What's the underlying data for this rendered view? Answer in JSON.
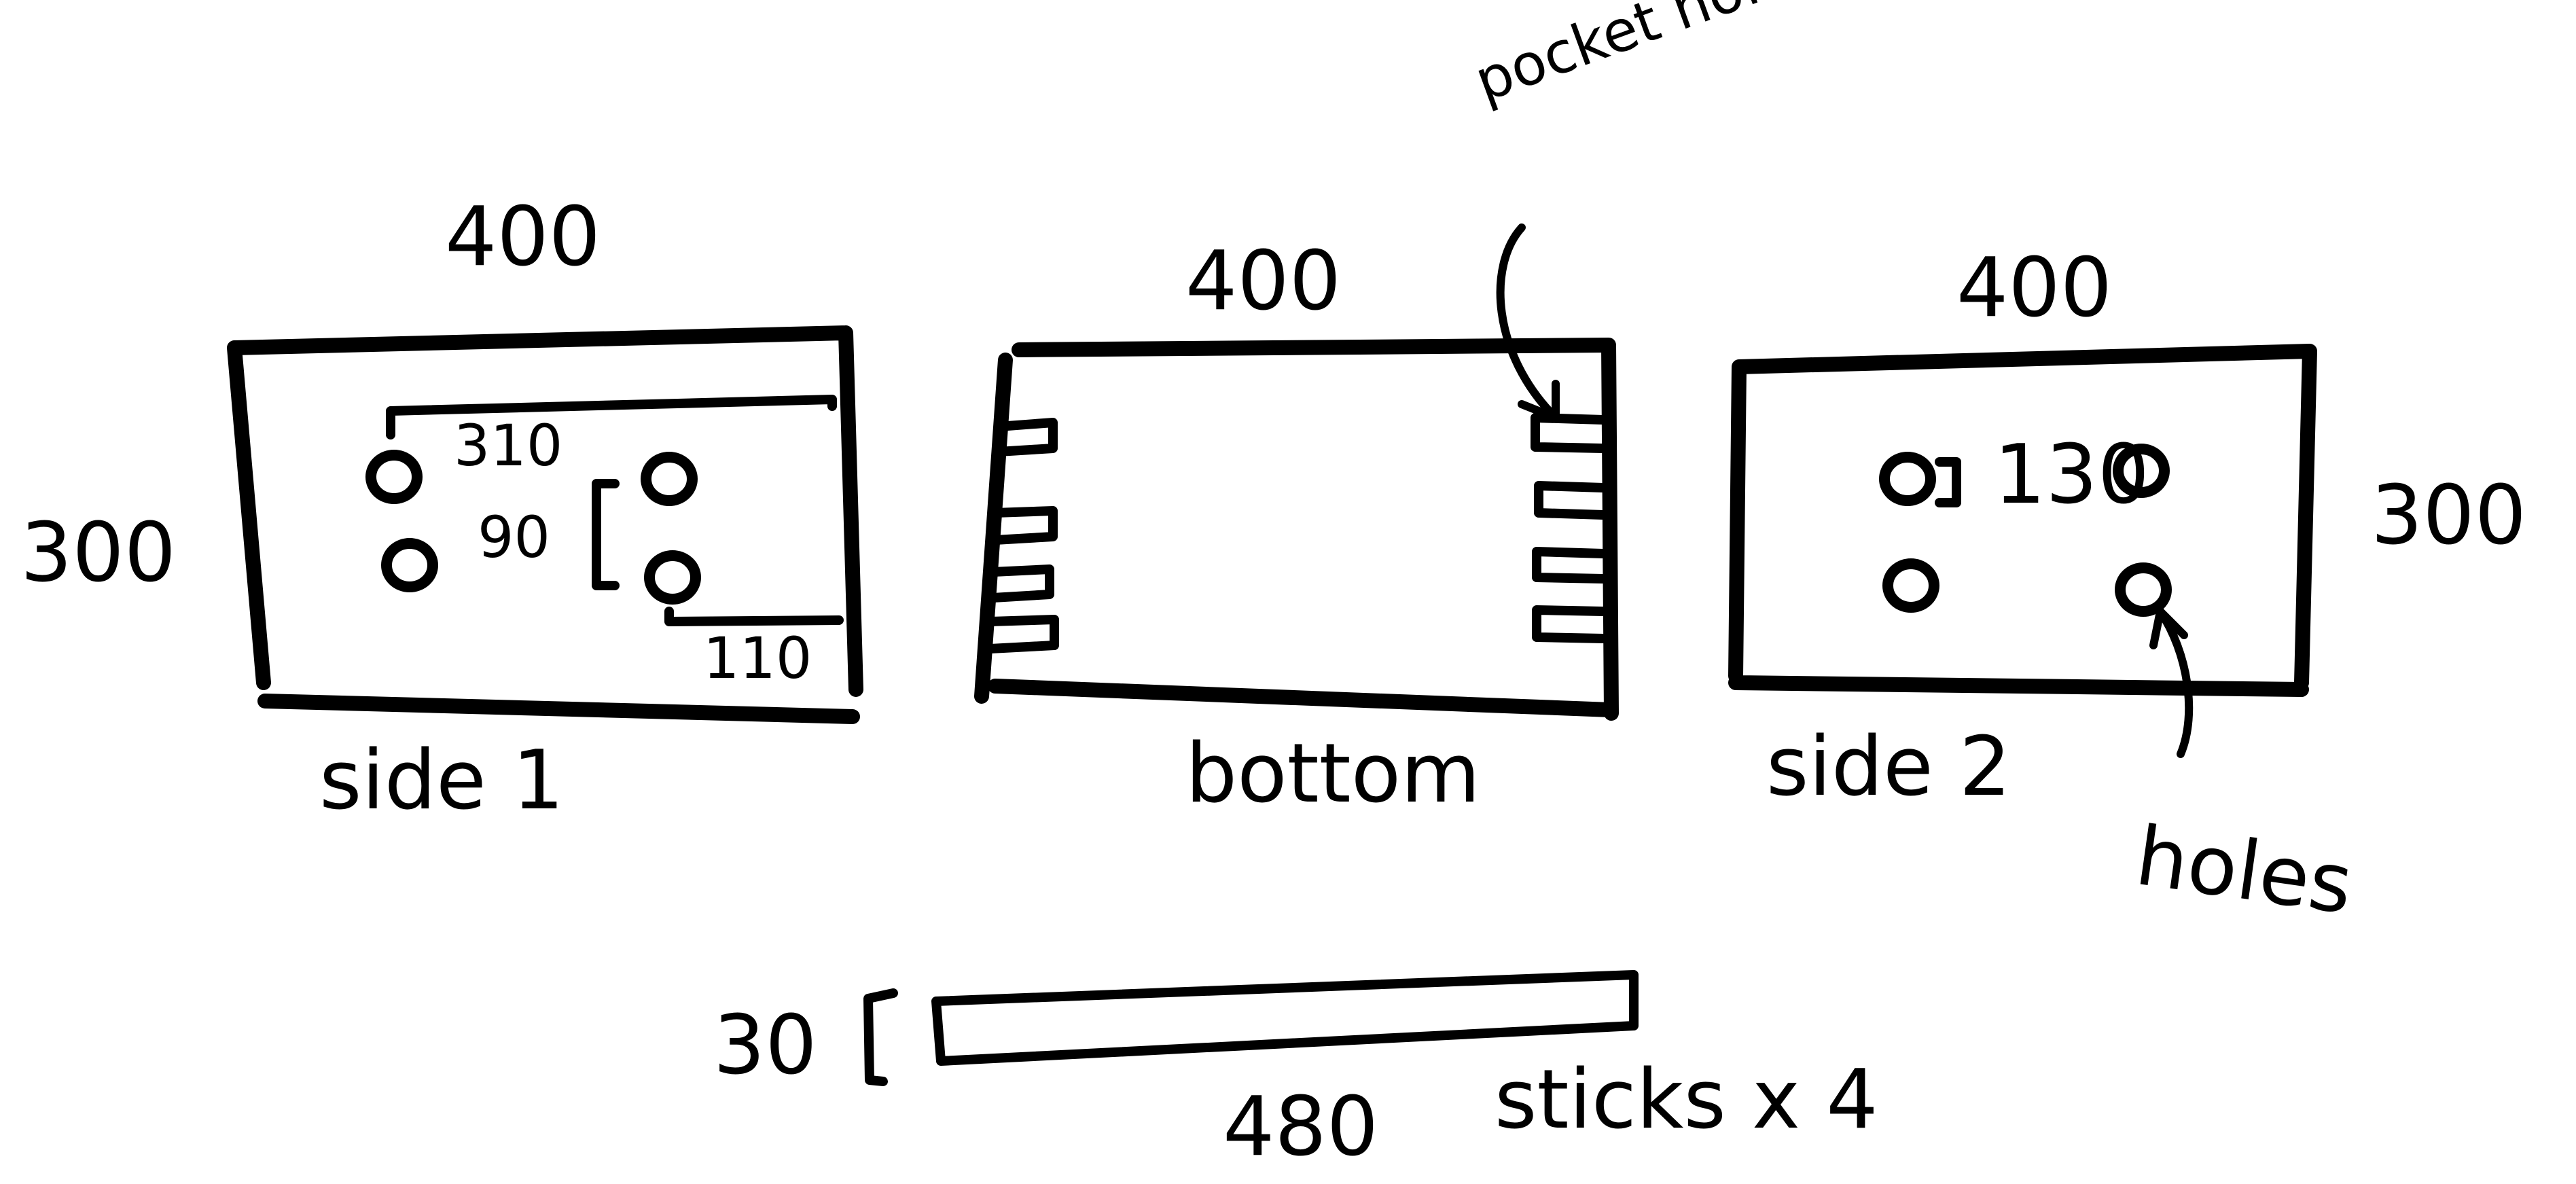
{
  "side1": {
    "name": "side 1",
    "width": "400",
    "height": "300",
    "hole_span": "310",
    "hole_pitch": "90",
    "edge_offset": "110"
  },
  "bottom": {
    "name": "bottom",
    "width": "400",
    "callout": "pocket holes"
  },
  "side2": {
    "name": "side 2",
    "width": "400",
    "height": "300",
    "hole_spacing": "130",
    "callout": "holes"
  },
  "sticks": {
    "name": "sticks x 4",
    "length": "480",
    "thickness": "30"
  }
}
